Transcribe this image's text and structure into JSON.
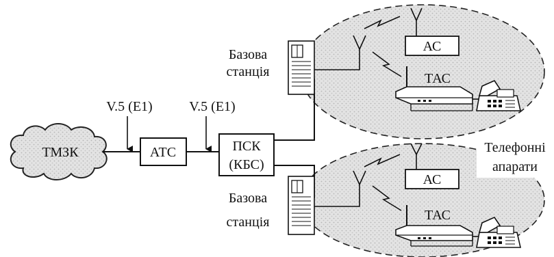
{
  "network": {
    "cloud_label": "ТМЗК",
    "interface_left": "V.5 (E1)",
    "interface_right": "V.5 (E1)",
    "exchange_label": "АТС",
    "controller_line1": "ПСК",
    "controller_line2": "(КБС)"
  },
  "cells": [
    {
      "base_station_line1": "Базова",
      "base_station_line2": "станція",
      "subscriber_label": "АС",
      "terminal_label": "ТАС"
    },
    {
      "base_station_line1": "Базова",
      "base_station_line2": "станція",
      "subscriber_label": "АС",
      "terminal_label": "ТАС"
    }
  ],
  "phones_label_line1": "Телефонні",
  "phones_label_line2": "апарати"
}
